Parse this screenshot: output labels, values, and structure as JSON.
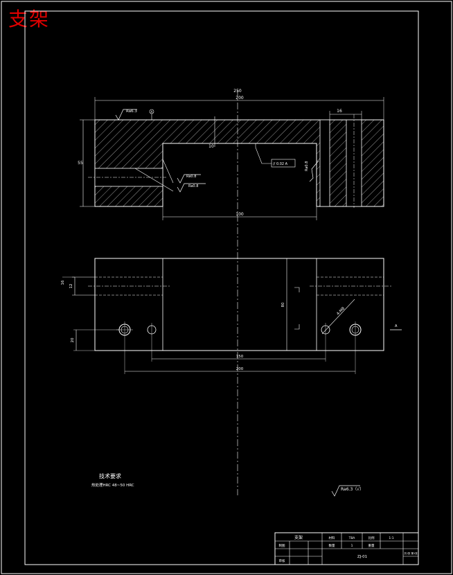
{
  "drawing": {
    "title": "支架",
    "dims": {
      "overall_top": "250",
      "overall_top_sub": "200",
      "height_left": "55",
      "notch_right": "16",
      "center_mark": "10",
      "slot_bottom": "100",
      "plan_left_top": "16",
      "plan_left_sub": "12",
      "plan_left_bottom": "20",
      "plan_center": "80",
      "plan_bottom_inner": "150",
      "plan_bottom_outer": "200",
      "angle_hole": "4-M8"
    },
    "surface": {
      "top_left": "Ra6.3",
      "datum_a": "A",
      "tol_frame": "// 0.02 A",
      "slot_1": "Ra0.8",
      "slot_2": "Ra0.8",
      "side_right": "Ra0.8",
      "general": "Ra6.3（√）"
    },
    "section_mark": "A",
    "tech_req": {
      "heading": "技术要求",
      "line1": "热处理HRC  48~50 HRC"
    },
    "title_block": {
      "name": "支架",
      "material_label": "材料",
      "material": "T8A",
      "scale_label": "比例",
      "scale": "1:1",
      "drawn": "制图",
      "checked": "审核",
      "count_label": "数量",
      "count": "1",
      "weight_label": "重量",
      "drawing_no": "ZJ-01",
      "company": "共1张 第1张"
    }
  }
}
